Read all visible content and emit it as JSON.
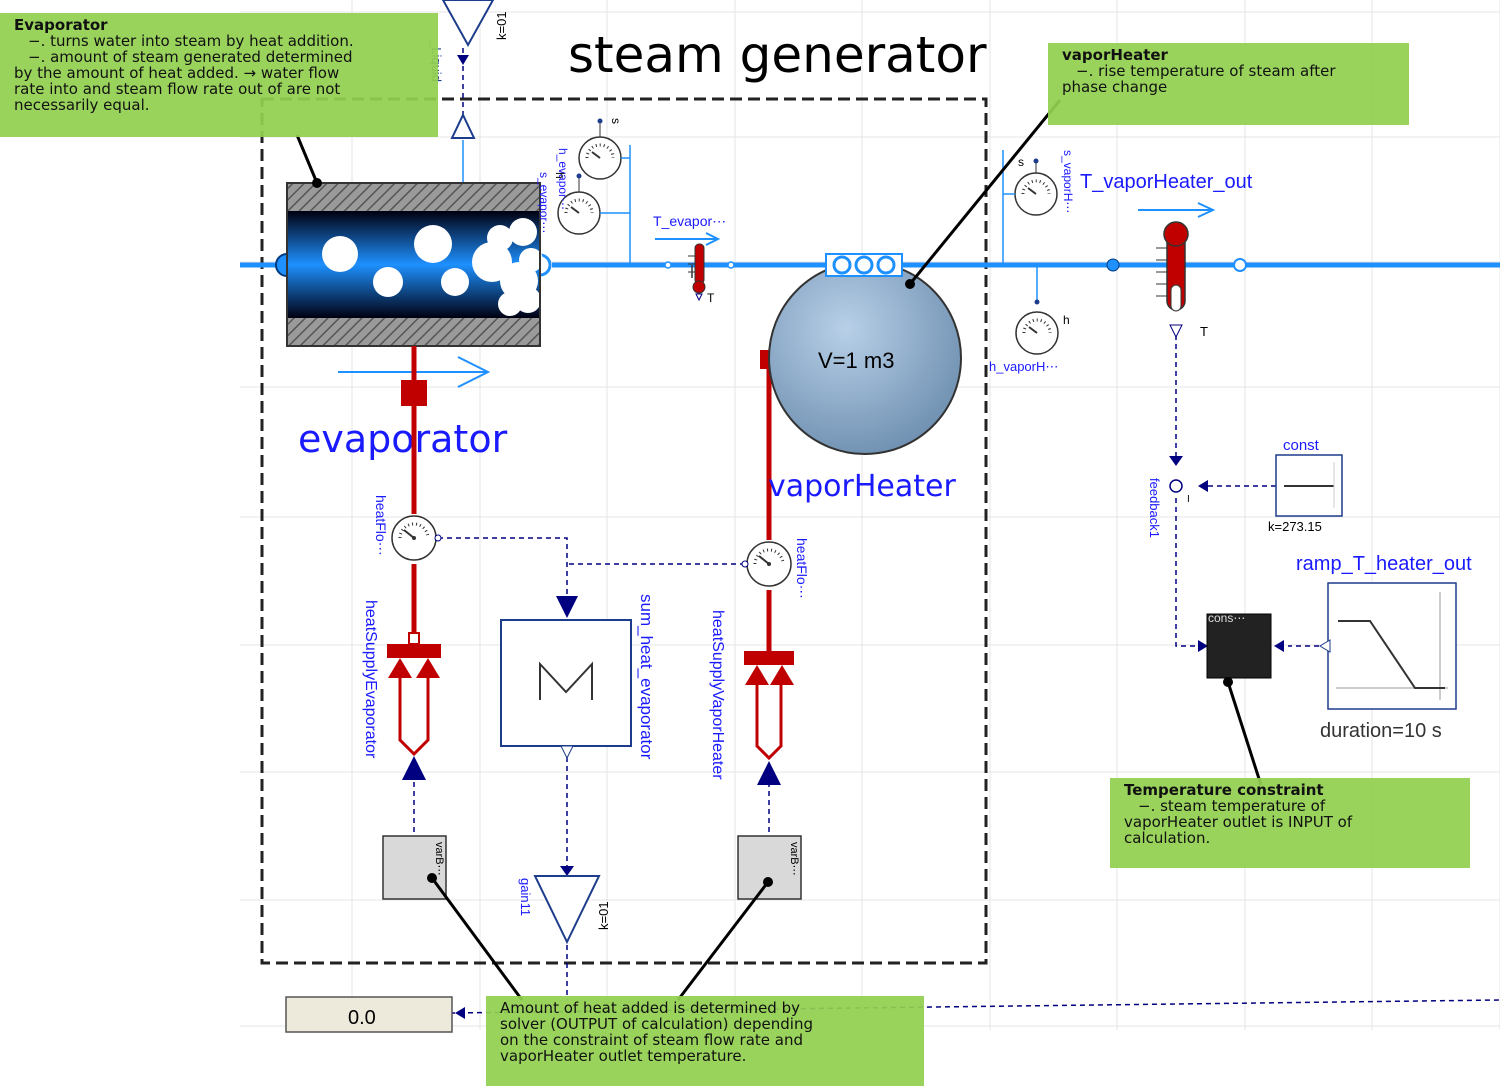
{
  "title": "steam generator",
  "components": {
    "evaporator_label": "evaporator",
    "vaporheater_label": "vaporHeater",
    "volume_label": "V=1  m3",
    "sum_label": "sum_heat_evaporator",
    "heat_supply_evap_label": "heatSupplyEvaporator",
    "heat_supply_vapor_label": "heatSupplyVaporHeater",
    "heatflow_left_label": "heatFlo⋯",
    "heatflow_right_label": "heatFlo⋯",
    "t_evapor_label": "T_evapor⋯",
    "t_evapor_port": "T",
    "s_evapor_label": "s_evapor⋯",
    "h_evapor_label": "h_evapor⋯",
    "s_port_top": "s",
    "h_port_top": "h",
    "t_vaporheater_out_label": "T_vaporHeater_out",
    "t_vaporheater_port": "T",
    "s_vaporh_label": "s_vaporH⋯",
    "s_vaporh_port": "s",
    "h_vaporh_label": "h_vaporH⋯",
    "h_vaporh_port": "h",
    "feedback_label": "feedback1",
    "feedback_port": "I",
    "const_label": "const",
    "const_param": "k=273.15",
    "ramp_label": "ramp_T_heater_out",
    "ramp_param": "duration=10 s",
    "cons_label": "cons⋯",
    "gain_label": "gain11",
    "gain_param": "k=01",
    "top_gain_param": "k=01",
    "top_liquid_label": "_Liquid",
    "varb_left_label": "varB⋯",
    "varb_right_label": "varB⋯",
    "display_value": "0.0"
  },
  "annotations": {
    "evaporator": {
      "title": "Evaporator",
      "lines": [
        "−. turns water into steam by heat addition.",
        "−. amount of steam generated determined",
        "by the amount of heat added. → water flow",
        "rate into and steam flow rate out of are not",
        "necessarily equal."
      ]
    },
    "vaporheater": {
      "title": "vaporHeater",
      "lines": [
        "−. rise temperature of steam after",
        "phase change"
      ]
    },
    "temperature": {
      "title": "Temperature constraint",
      "lines": [
        "−. steam temperature of",
        "vaporHeater outlet is INPUT of",
        "calculation."
      ]
    },
    "heat": {
      "lines": [
        "Amount of heat added is determined by",
        "solver (OUTPUT of calculation) depending",
        "on the constraint of steam flow rate and",
        "vaporHeater outlet temperature."
      ]
    }
  },
  "colors": {
    "fluid": "#1e90ff",
    "heat": "#c00000",
    "signal": "#000080",
    "annotation": "#92d050"
  }
}
